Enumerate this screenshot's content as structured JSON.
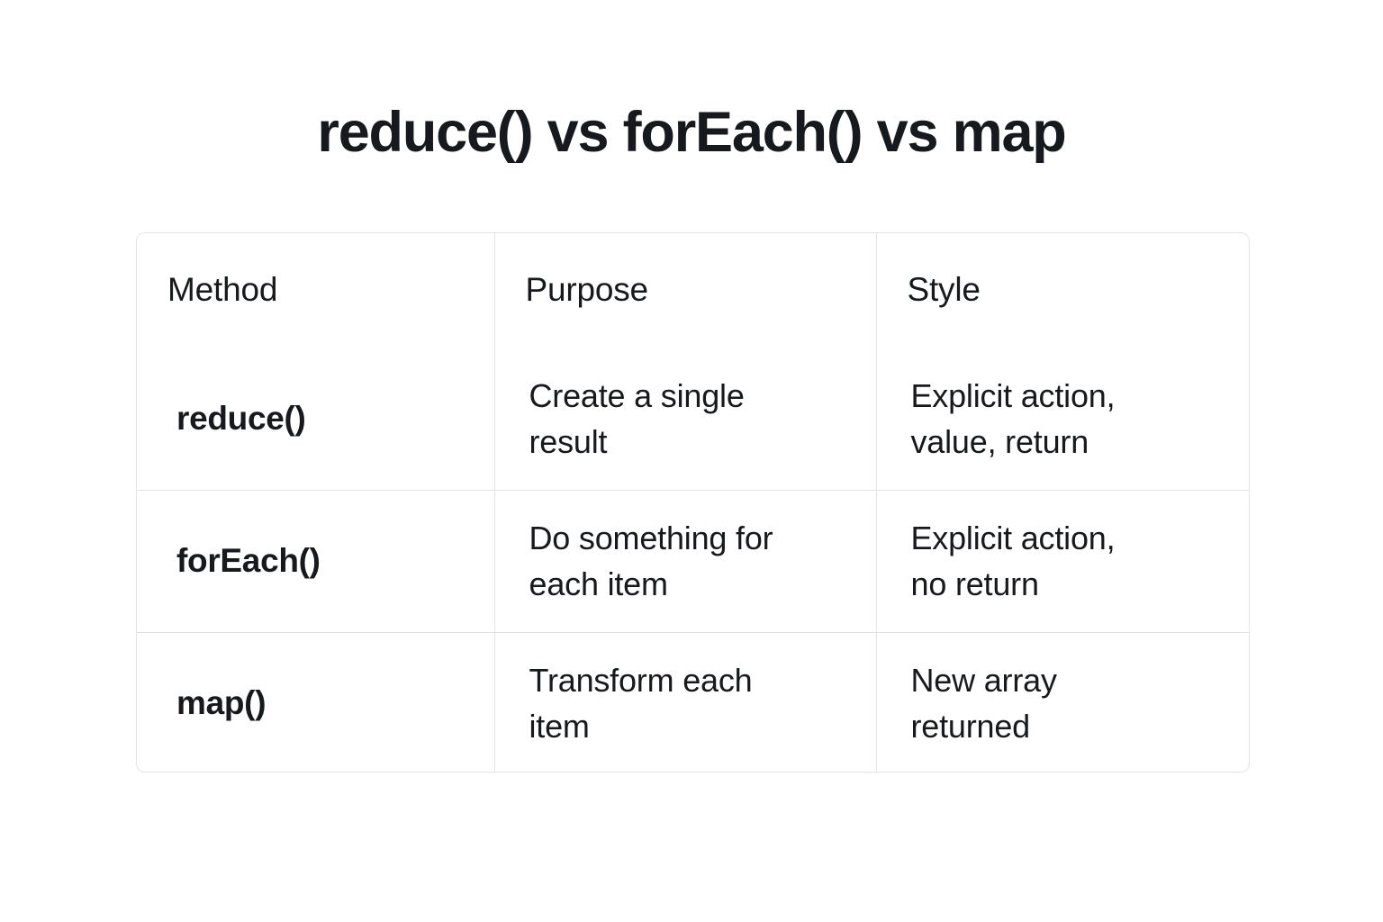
{
  "page": {
    "title": "reduce() vs forEach() vs map",
    "background_color": "#ffffff",
    "text_color": "#16191d",
    "border_color": "#e1e4e8"
  },
  "table": {
    "columns": [
      "Method",
      "Purpose",
      "Style"
    ],
    "rows": [
      {
        "method": "reduce()",
        "purpose": "Create a single result",
        "purpose_line1": "Create a single",
        "purpose_line2": "result",
        "style": "Explicit action, value, return",
        "style_line1": "Explicit action,",
        "style_line2": "value, return"
      },
      {
        "method": "forEach()",
        "purpose": "Do something for each item",
        "purpose_line1": "Do something for",
        "purpose_line2": "each item",
        "style": "Explicit action, no return",
        "style_line1": "Explicit action,",
        "style_line2": "no return"
      },
      {
        "method": "map()",
        "purpose": "Transform each item",
        "purpose_line1": "Transform each",
        "purpose_line2": "item",
        "style": "New array returned",
        "style_line1": "New array",
        "style_line2": "returned"
      }
    ]
  }
}
